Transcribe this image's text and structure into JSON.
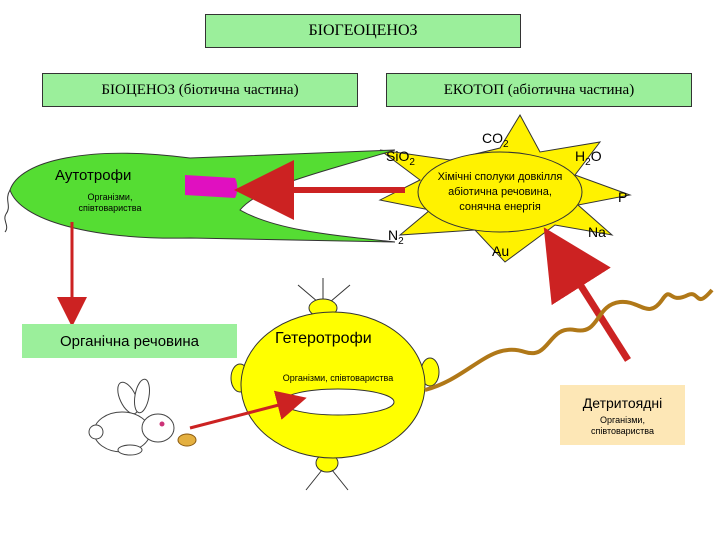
{
  "header": {
    "title": "БІОГЕОЦЕНОЗ"
  },
  "biocenosis": {
    "label": "БІОЦЕНОЗ (біотична частина)"
  },
  "ecotope": {
    "label": "ЕКОТОП (абіотична частина)"
  },
  "sun": {
    "center_text": [
      "Хімічні сполуки довкілля",
      "абіотична речовина,",
      "сонячна енергія"
    ],
    "rays": {
      "co2": {
        "main": "CO",
        "sub": "2"
      },
      "sio2": {
        "main": "SiO",
        "sub": "2"
      },
      "h2o": {
        "main": "H",
        "sub": "2",
        "tail": "O"
      },
      "p": "P",
      "n2": {
        "main": "N",
        "sub": "2"
      },
      "au": "Au",
      "na": "Na"
    }
  },
  "autotrophs": {
    "title": "Аутотрофи",
    "subtitle": [
      "Організми,",
      "співтовариства"
    ]
  },
  "organic": {
    "label": "Органічна речовина"
  },
  "heterotrophs": {
    "title": "Гетеротрофи",
    "subtitle": "Організми, співтовариства"
  },
  "detritivores": {
    "title": "Детритоядні",
    "subtitle": [
      "Організми,",
      "співтовариства"
    ]
  },
  "colors": {
    "green": "#9bef9b",
    "autotroph_green": "#55dd33",
    "sun_yellow": "#fff200",
    "heterotroph_yellow": "#ffff00",
    "arrow_red": "#cc2222",
    "magenta": "#e010c0",
    "worm_brown": "#b07818",
    "detritivore_bg": "#fde7b6"
  }
}
